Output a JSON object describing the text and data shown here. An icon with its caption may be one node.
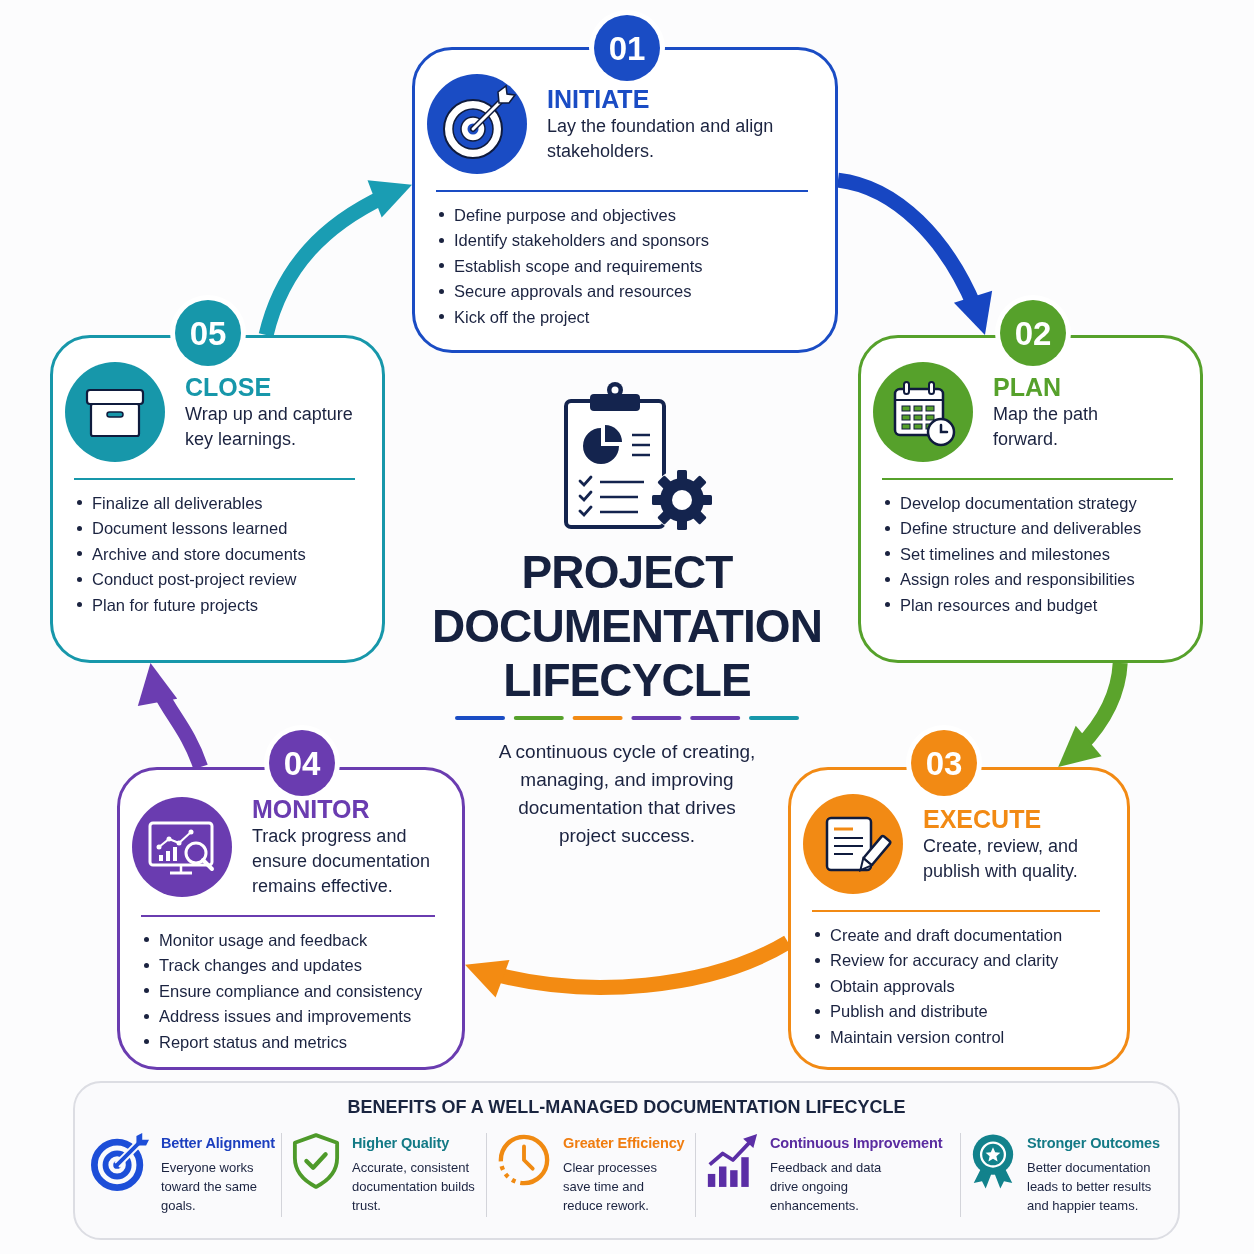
{
  "diagram": {
    "title": "PROJECT DOCUMENTATION LIFECYCLE",
    "nodes": [
      {
        "text": [
          "01"
        ]
      },
      {
        "text": [
          "INITIATE",
          "Lay the foundation and align stakeholders.",
          "Define purpose and objectives",
          "Identify stakeholders and sponsors",
          "Establish scope and requirements",
          "Secure approvals and resources",
          "Kick off the project"
        ]
      },
      {
        "text": [
          "02"
        ]
      },
      {
        "text": [
          "PLAN",
          "Map the path forward.",
          "Develop documentation strategy",
          "Define structure and deliverables",
          "Set timelines and milestones",
          "Assign roles and responsibilities",
          "Plan resources and budget"
        ]
      },
      {
        "text": [
          "03"
        ]
      },
      {
        "text": [
          "EXECUTE",
          "Create, review, and publish with quality.",
          "Create and draft documentation",
          "Review for accuracy and clarity",
          "Obtain approvals",
          "Publish and distribute",
          "Maintain version control"
        ]
      },
      {
        "text": [
          "04"
        ]
      },
      {
        "text": [
          "MONITOR",
          "Track progress and ensure documentation remains effective.",
          "Monitor usage and feedback",
          "Track changes and updates",
          "Ensure compliance and consistency",
          "Address issues and improvements",
          "Report status and metrics"
        ]
      },
      {
        "text": [
          "05"
        ]
      },
      {
        "text": [
          "CLOSE",
          "Wrap up and capture key learnings.",
          "Finalize all deliverables",
          "Document lessons learned",
          "Archive and store documents",
          "Conduct post-project review",
          "Plan for future projects"
        ]
      },
      {
        "text": [
          "BENEFITS OF A WELL-MANAGED DOCUMENTATION LIFECYCLE",
          "Better Alignment",
          "Everyone works toward the same goals.",
          "Higher Quality",
          "Accurate, consistent documentation builds trust.",
          "Greater Efficiency",
          "Clear processes save time and reduce rework.",
          "Continuous Improvement",
          "Feedback and data drive ongoing enhancements.",
          "Stronger Outcomes",
          "Better documentation leads to better results and happier teams."
        ]
      }
    ],
    "edges": [
      {
        "from": 1,
        "to": 3,
        "arrow": "to",
        "color": "#1746c2"
      },
      {
        "from": 3,
        "to": 5,
        "arrow": "to",
        "color": "#5ba42c"
      },
      {
        "from": 5,
        "to": 7,
        "arrow": "to",
        "color": "#f38b12"
      },
      {
        "from": 7,
        "to": 9,
        "arrow": "to",
        "color": "#6b3db1"
      },
      {
        "from": 9,
        "to": 1,
        "arrow": "to",
        "color": "#1a9db3"
      }
    ],
    "labels": [
      "A continuous cycle of creating, managing, and improving documentation that drives project success."
    ]
  }
}
